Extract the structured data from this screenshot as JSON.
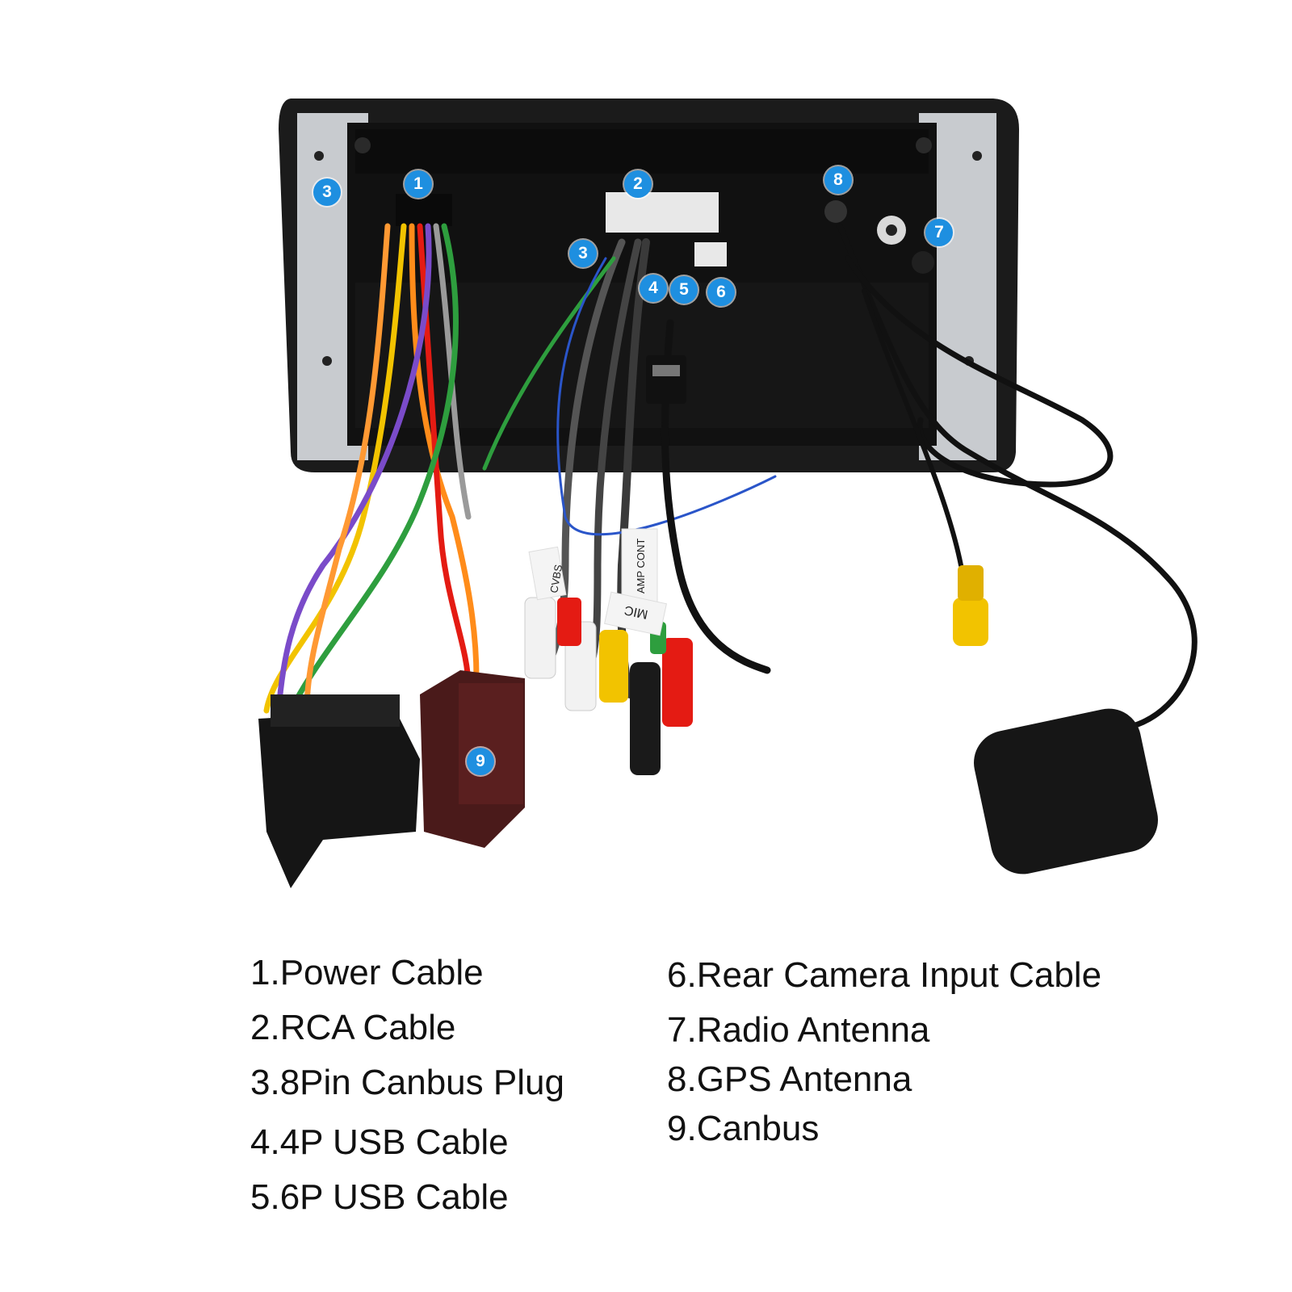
{
  "legend": {
    "left": [
      "1.Power Cable",
      "2.RCA Cable",
      "3.8Pin Canbus Plug",
      "4.4P USB Cable",
      "5.6P USB Cable"
    ],
    "right": [
      "6.Rear Camera Input Cable",
      "7.Radio Antenna",
      "8.GPS Antenna",
      "9.Canbus"
    ]
  },
  "badges": [
    "1",
    "2",
    "3",
    "3",
    "4",
    "5",
    "6",
    "7",
    "8",
    "9"
  ],
  "cable_tags": [
    "AMP CONT",
    "MIC",
    "CVBS"
  ],
  "colors": {
    "badge": "#1e8fe0",
    "chassis": "#1a1a1a",
    "bracket": "#c9ccd0",
    "canbus_box": "#4a1a1a",
    "rca_yellow": "#f2c300",
    "rca_red": "#e41b13"
  }
}
